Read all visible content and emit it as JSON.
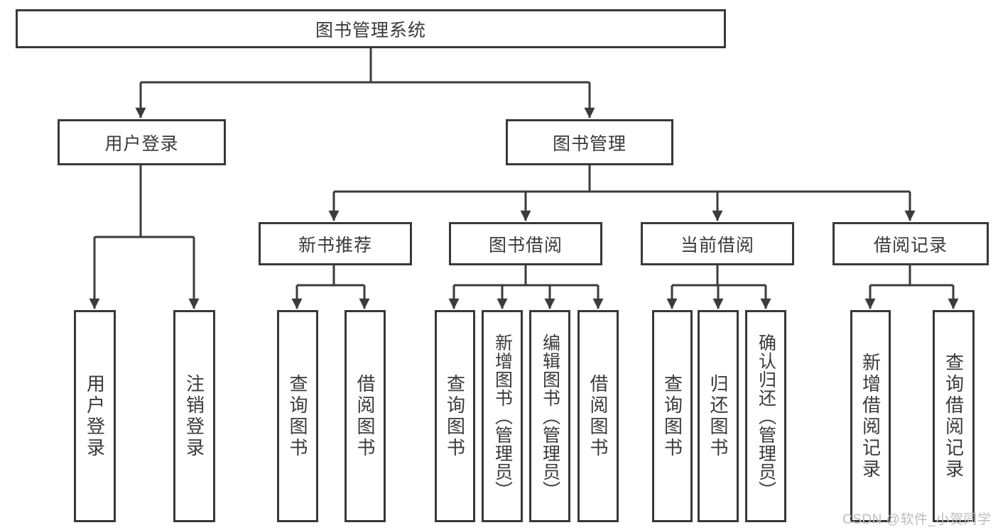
{
  "tree": {
    "label": "图书管理系统",
    "children": [
      {
        "label": "用户登录",
        "children": [
          {
            "label": "用户登录"
          },
          {
            "label": "注销登录"
          }
        ]
      },
      {
        "label": "图书管理",
        "children": [
          {
            "label": "新书推荐",
            "children": [
              {
                "label": "查询图书"
              },
              {
                "label": "借阅图书"
              }
            ]
          },
          {
            "label": "图书借阅",
            "children": [
              {
                "label": "查询图书"
              },
              {
                "label": "新增图书（管理员）"
              },
              {
                "label": "编辑图书（管理员）"
              },
              {
                "label": "借阅图书"
              }
            ]
          },
          {
            "label": "当前借阅",
            "children": [
              {
                "label": "查询图书"
              },
              {
                "label": "归还图书"
              },
              {
                "label": "确认归还（管理员）"
              }
            ]
          },
          {
            "label": "借阅记录",
            "children": [
              {
                "label": "新增借阅记录"
              },
              {
                "label": "查询借阅记录"
              }
            ]
          }
        ]
      }
    ]
  },
  "watermark": {
    "text": "CSDN @软件_小贺同学"
  },
  "colors": {
    "line": "#3b3b3b",
    "border": "#383838",
    "text": "#3a3a3a",
    "watermark": "#bdbdbd",
    "background": "#ffffff"
  }
}
